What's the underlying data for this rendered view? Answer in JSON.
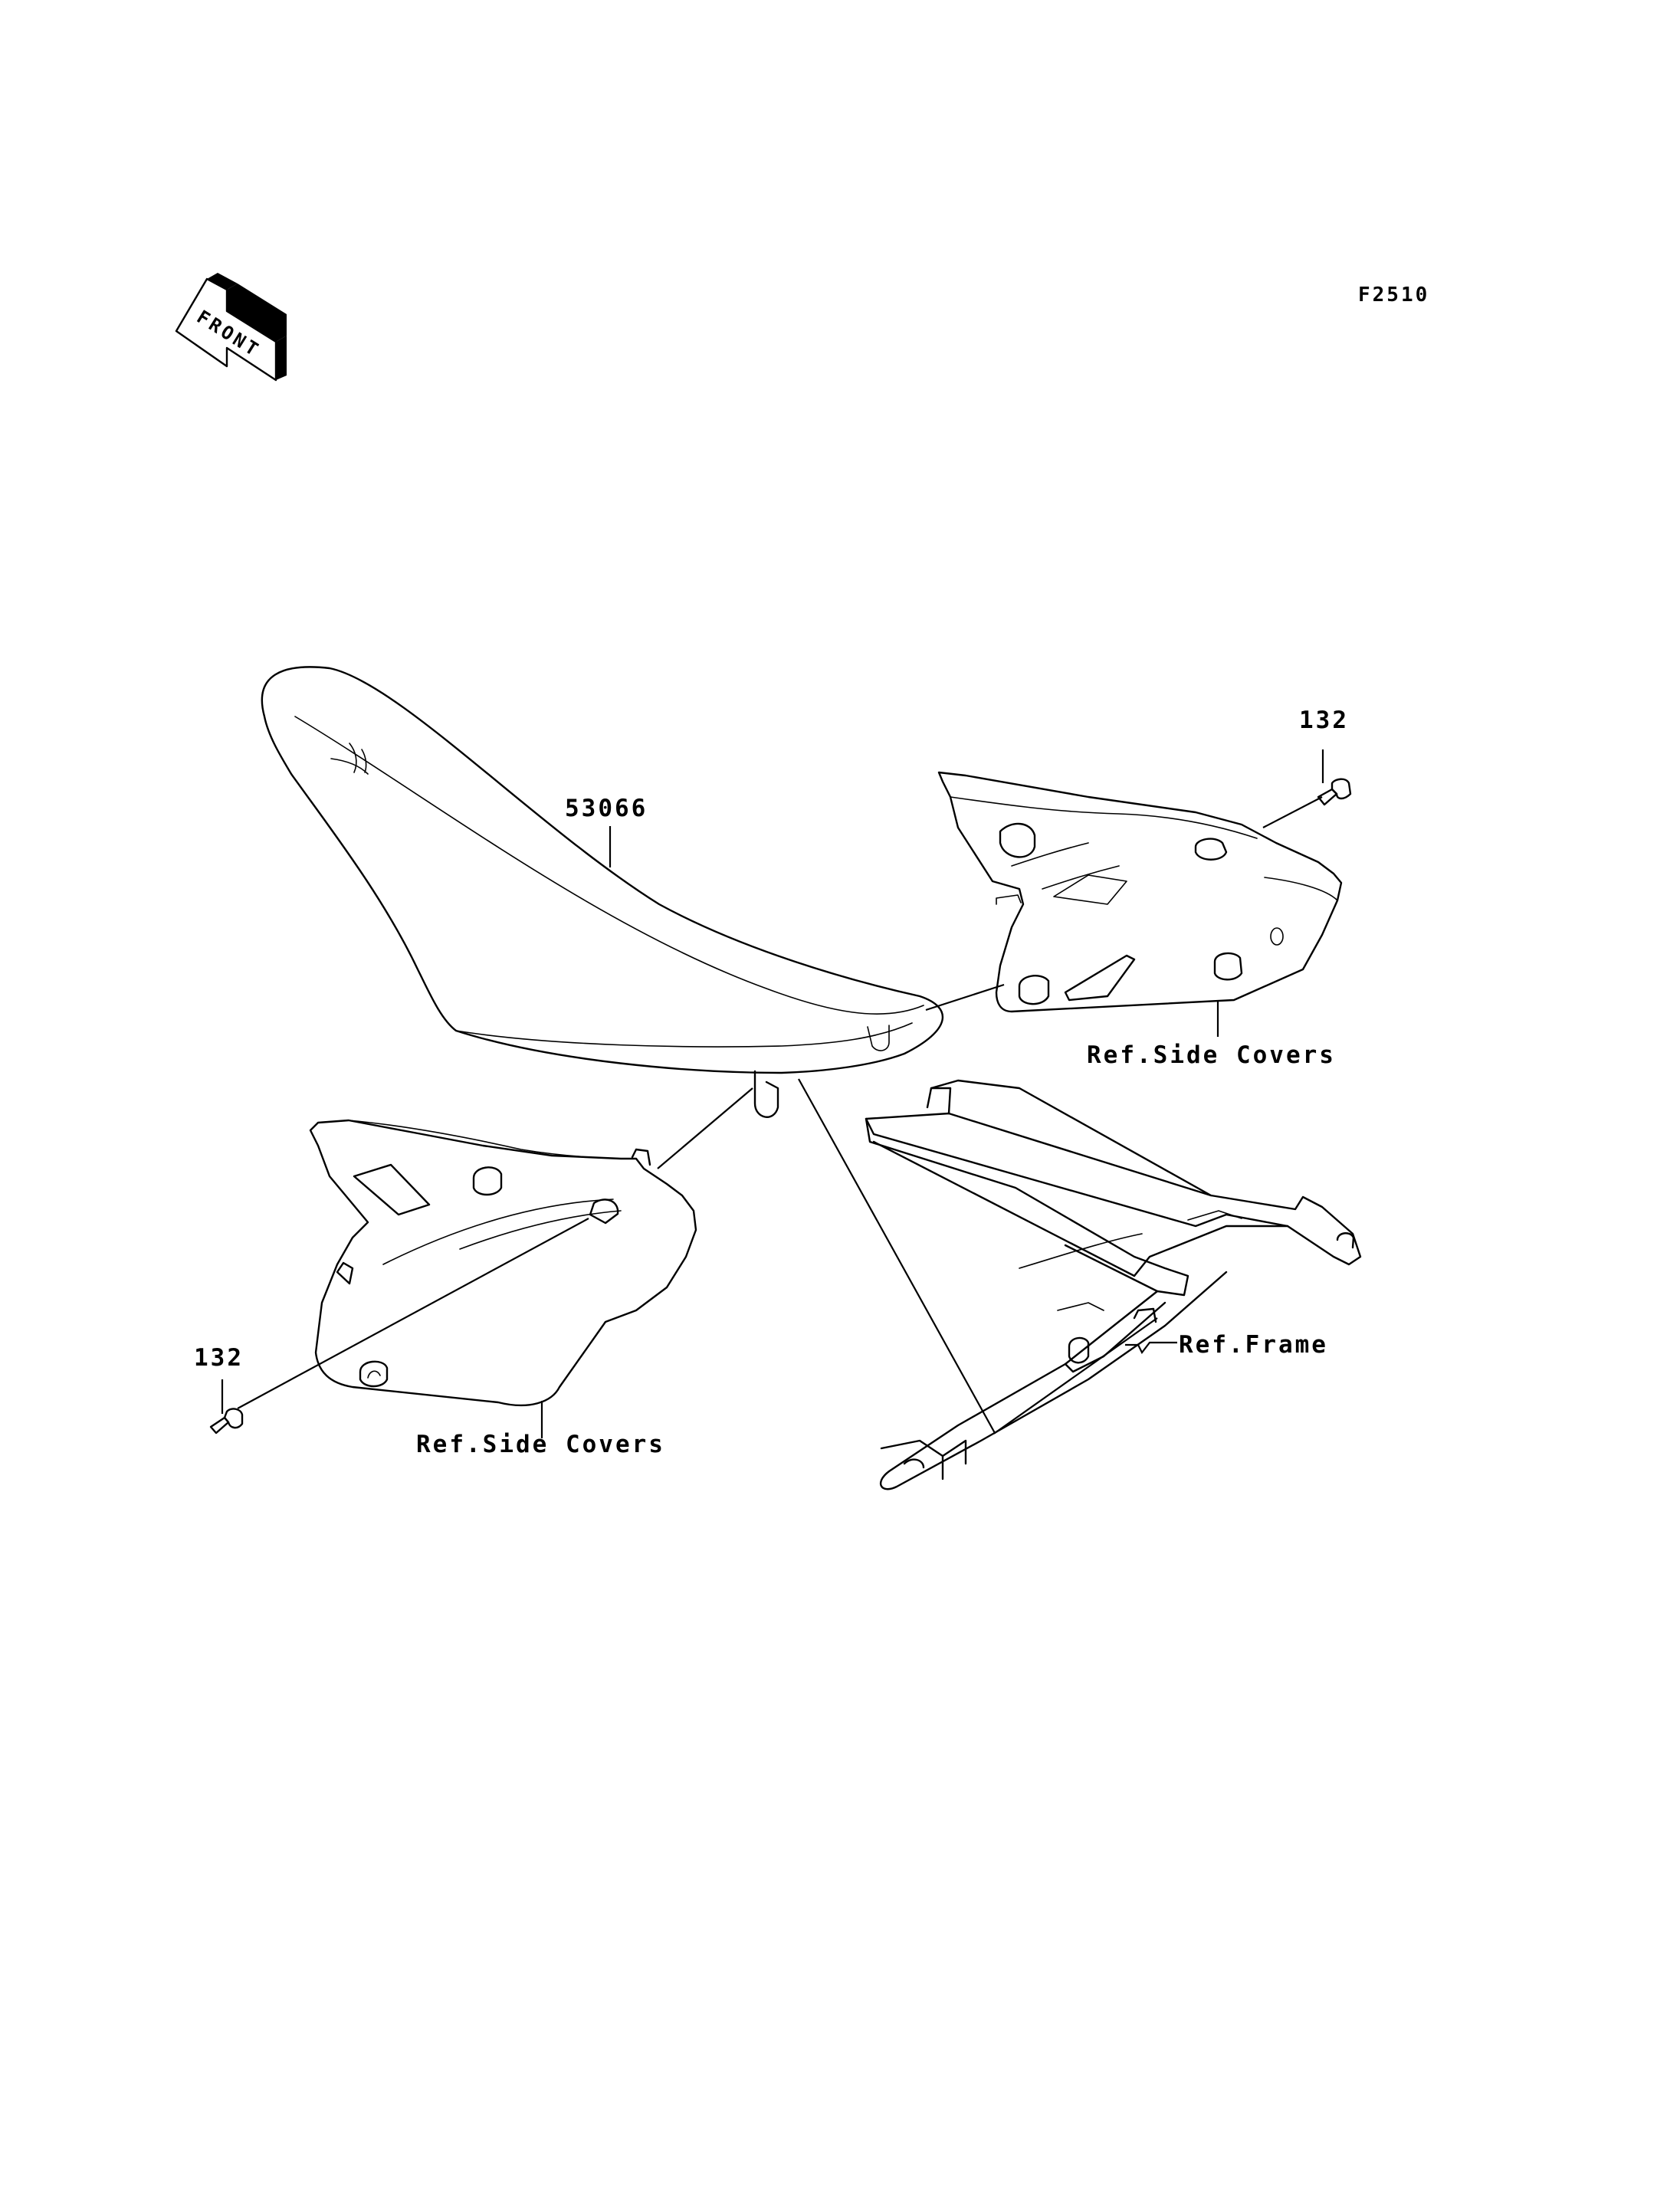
{
  "diagram_code": "F2510",
  "front_arrow_text": "FRONT",
  "callouts": {
    "seat": "53066",
    "bolt_right": "132",
    "bolt_left": "132",
    "side_covers_right": "Ref.Side Covers",
    "side_covers_left": "Ref.Side Covers",
    "frame": "Ref.Frame"
  }
}
